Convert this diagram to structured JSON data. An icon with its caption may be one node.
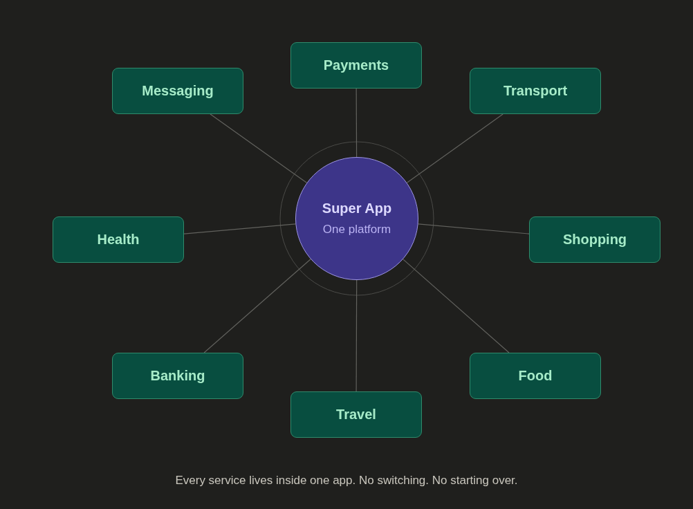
{
  "diagram": {
    "caption": "Every service lives inside one app. No switching. No starting over.",
    "nodes": [
      {
        "text": [
          "Super App",
          "One platform"
        ]
      },
      {
        "text": [
          "Payments"
        ]
      },
      {
        "text": [
          "Messaging"
        ]
      },
      {
        "text": [
          "Transport"
        ]
      },
      {
        "text": [
          "Health"
        ]
      },
      {
        "text": [
          "Shopping"
        ]
      },
      {
        "text": [
          "Banking"
        ]
      },
      {
        "text": [
          "Food"
        ]
      },
      {
        "text": [
          "Travel"
        ]
      }
    ],
    "edges": [
      {
        "from": 0,
        "to": 1,
        "arrow": "none"
      },
      {
        "from": 0,
        "to": 2,
        "arrow": "none"
      },
      {
        "from": 0,
        "to": 3,
        "arrow": "none"
      },
      {
        "from": 0,
        "to": 4,
        "arrow": "none"
      },
      {
        "from": 0,
        "to": 5,
        "arrow": "none"
      },
      {
        "from": 0,
        "to": 6,
        "arrow": "none"
      },
      {
        "from": 0,
        "to": 7,
        "arrow": "none"
      },
      {
        "from": 0,
        "to": 8,
        "arrow": "none"
      }
    ]
  }
}
